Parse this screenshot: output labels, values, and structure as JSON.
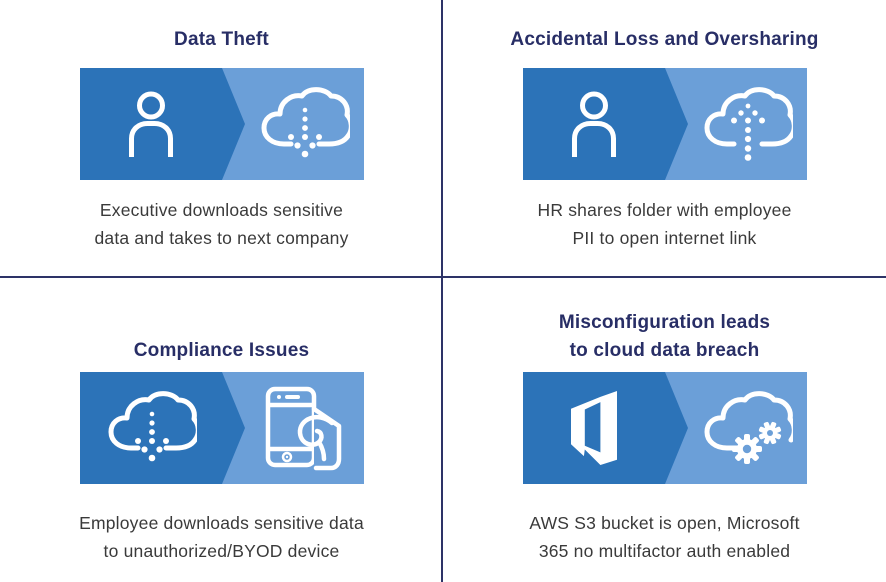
{
  "colors": {
    "banner_dark_blue": "#2c73b8",
    "banner_light_blue": "#6b9fd8",
    "title_navy": "#282e66",
    "divider_navy": "#2d3367",
    "caption_gray": "#3a3a3a",
    "icon_white": "#ffffff"
  },
  "quadrants": {
    "tl": {
      "title_line1": "Data Theft",
      "caption_line1": "Executive downloads sensitive",
      "caption_line2": "data and takes to next company",
      "left_icon": "person-icon",
      "right_icon": "cloud-download-icon"
    },
    "tr": {
      "title_line1": "Accidental Loss and Oversharing",
      "caption_line1": "HR shares folder with employee",
      "caption_line2": "PII to open internet link",
      "left_icon": "person-icon",
      "right_icon": "cloud-upload-icon"
    },
    "bl": {
      "title_line1": "Compliance Issues",
      "caption_line1": "Employee downloads sensitive data",
      "caption_line2": "to unauthorized/BYOD device",
      "left_icon": "cloud-download-icon",
      "right_icon": "smartphone-hand-icon"
    },
    "br": {
      "title_line1": "Misconfiguration leads",
      "title_line2": "to cloud data breach",
      "caption_line1": "AWS S3 bucket is open, Microsoft",
      "caption_line2": "365 no multifactor auth enabled",
      "left_icon": "office-logo-icon",
      "right_icon": "cloud-gears-icon"
    }
  }
}
